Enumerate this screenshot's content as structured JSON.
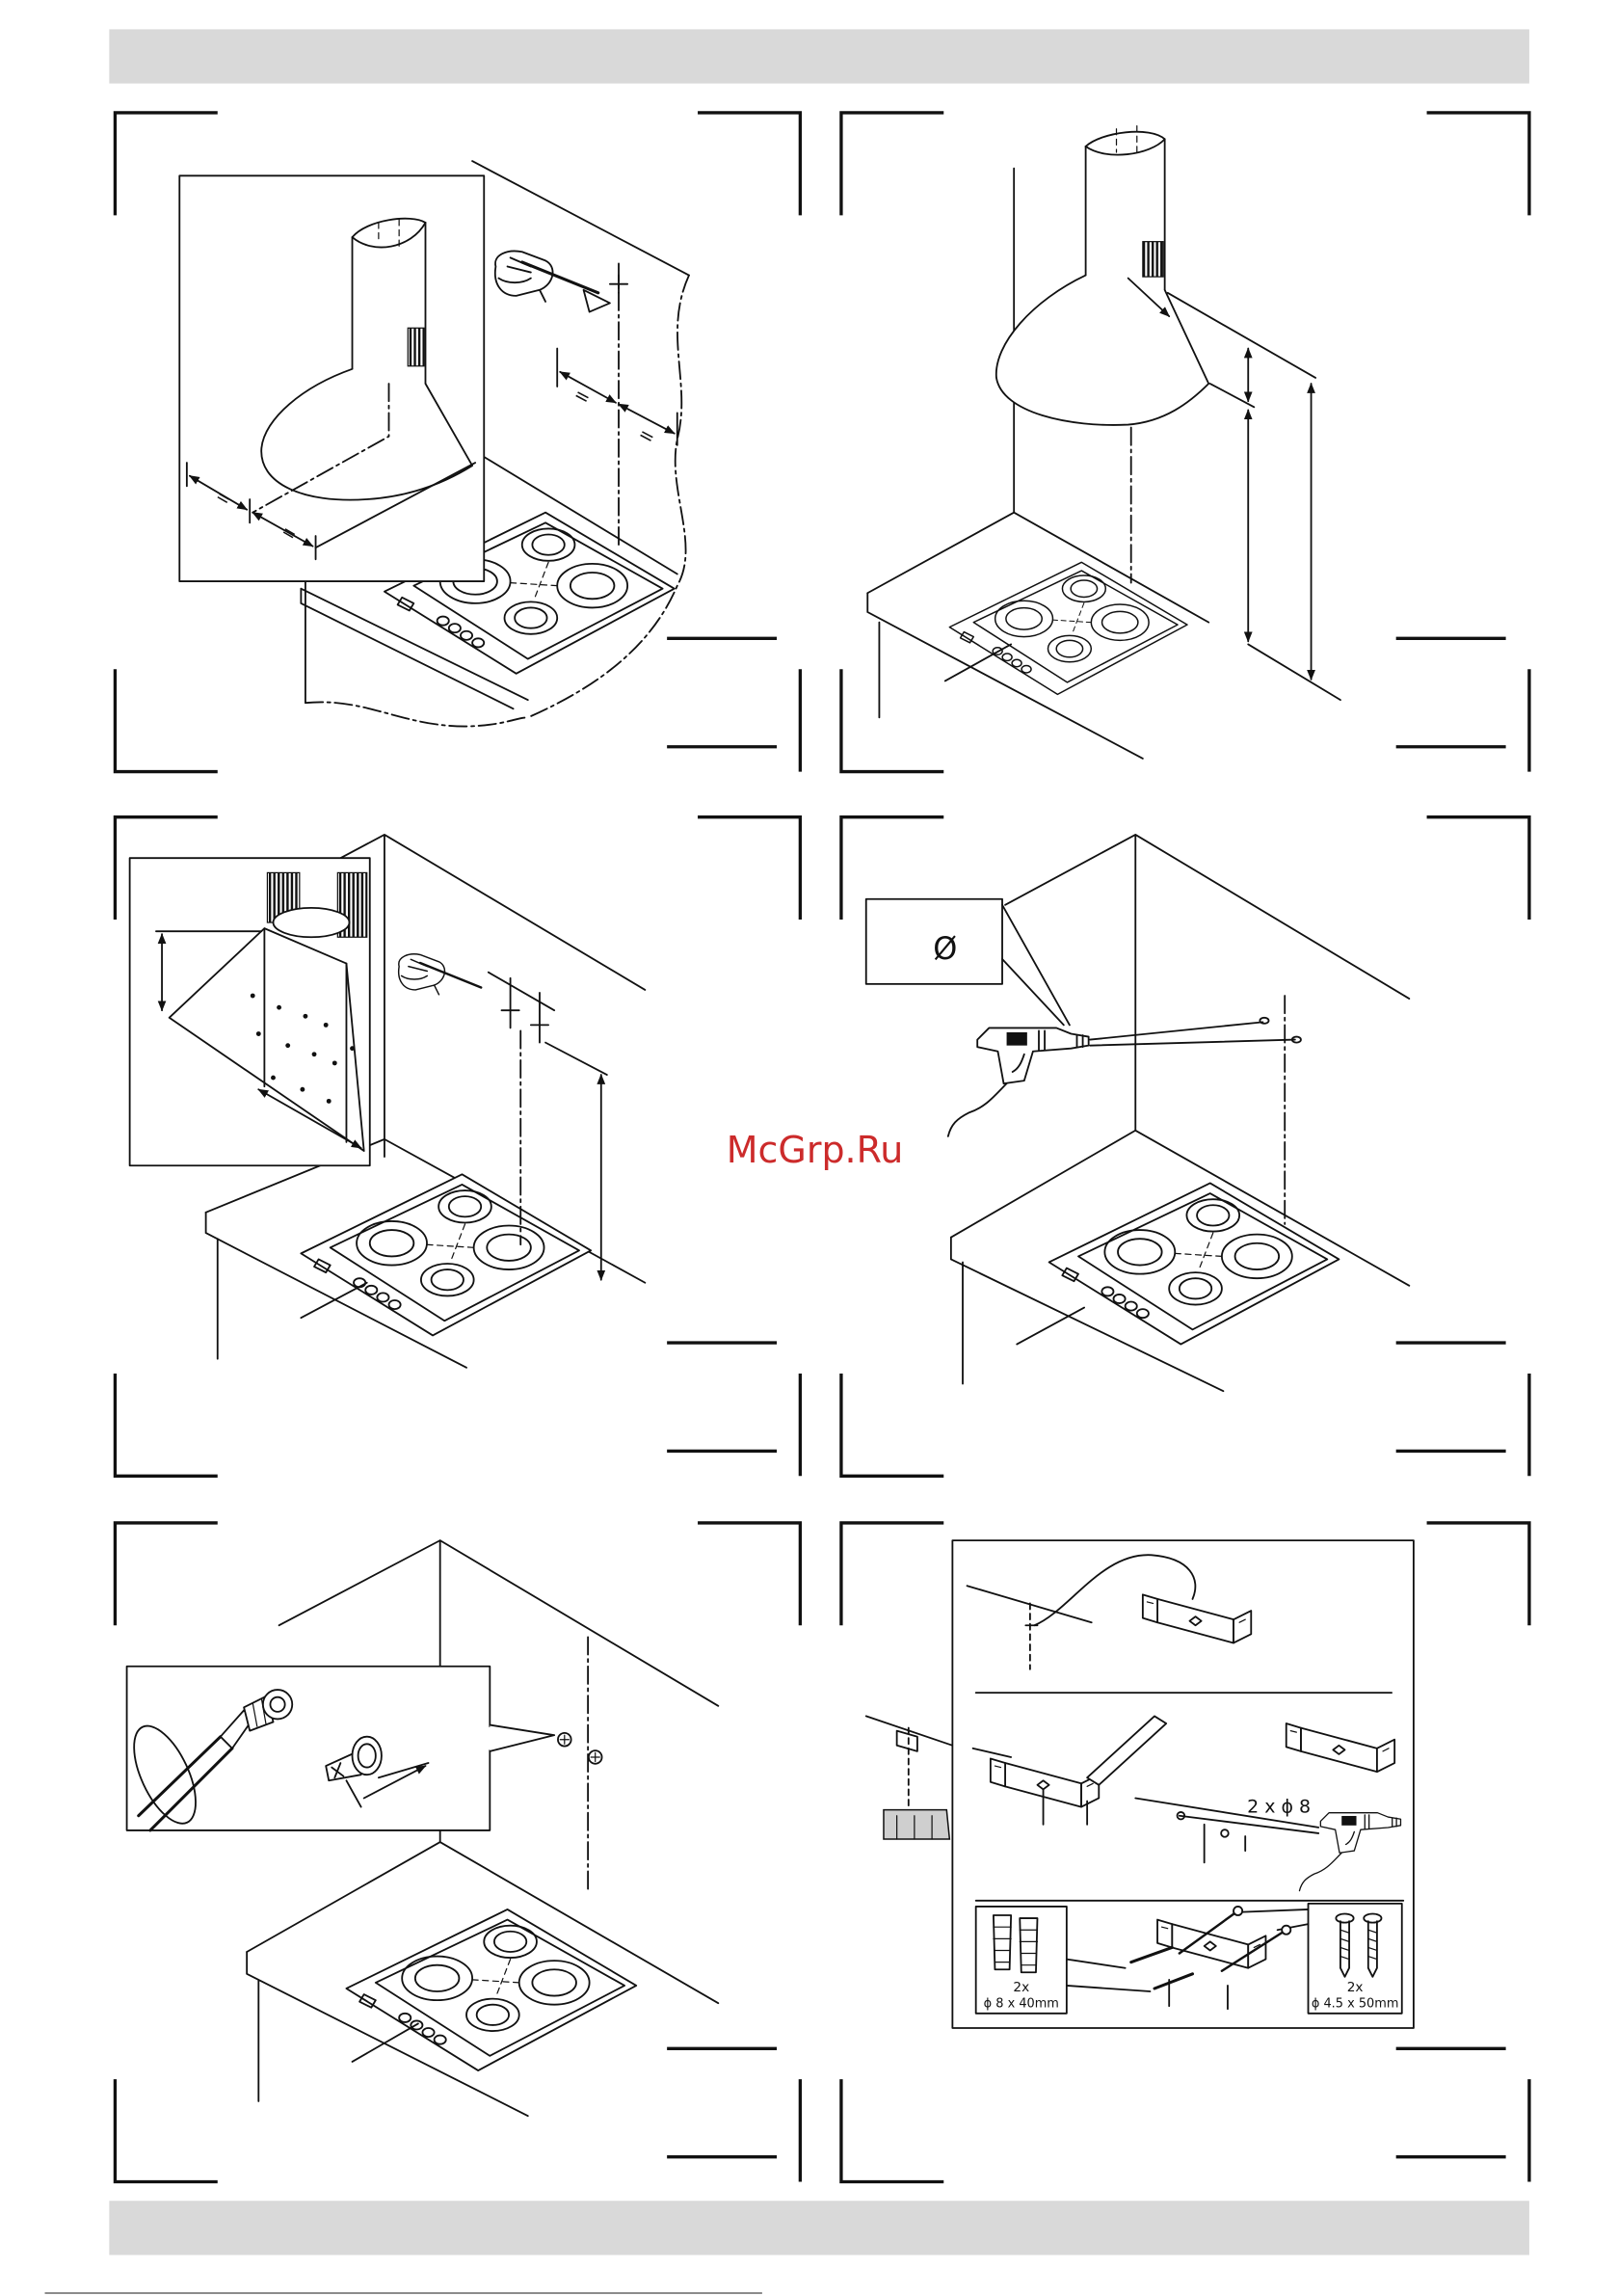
{
  "watermark": "McGrp.Ru",
  "labels": {
    "equal_sign": "=",
    "diameter_symbol": "Ø",
    "drill_spec": "2 x ϕ 8",
    "plug_count": "2x",
    "plug_size": "ϕ 8 x 40mm",
    "screw_count": "2x",
    "screw_size": "ϕ 4.5 x 50mm"
  },
  "colors": {
    "header_bar": "#d9d9d9",
    "watermark": "#cc2b2b"
  }
}
